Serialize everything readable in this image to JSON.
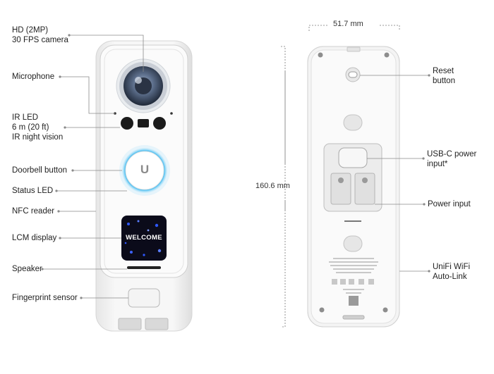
{
  "front": {
    "labels": {
      "camera_l1": "HD (2MP)",
      "camera_l2": "30 FPS camera",
      "microphone": "Microphone",
      "ir_l1": "IR LED",
      "ir_l2": "6 m (20 ft)",
      "ir_l3": "IR night vision",
      "doorbell": "Doorbell button",
      "status_led": "Status LED",
      "nfc": "NFC reader",
      "lcm": "LCM display",
      "speaker": "Speaker",
      "fingerprint": "Fingerprint sensor"
    },
    "screen_text": "WELCOME",
    "button_logo": "U"
  },
  "back": {
    "width": "51.7 mm",
    "height": "160.6 mm",
    "labels": {
      "reset_l1": "Reset",
      "reset_l2": "button",
      "usbc_l1": "USB-C power",
      "usbc_l2": "input*",
      "power": "Power input",
      "wifi_l1": "UniFi WiFi",
      "wifi_l2": "Auto-Link"
    }
  },
  "colors": {
    "ring": "#3ab8f0",
    "body": "#f2f2f2",
    "line": "#8a8a8a",
    "screen": "#0b0b1a"
  }
}
